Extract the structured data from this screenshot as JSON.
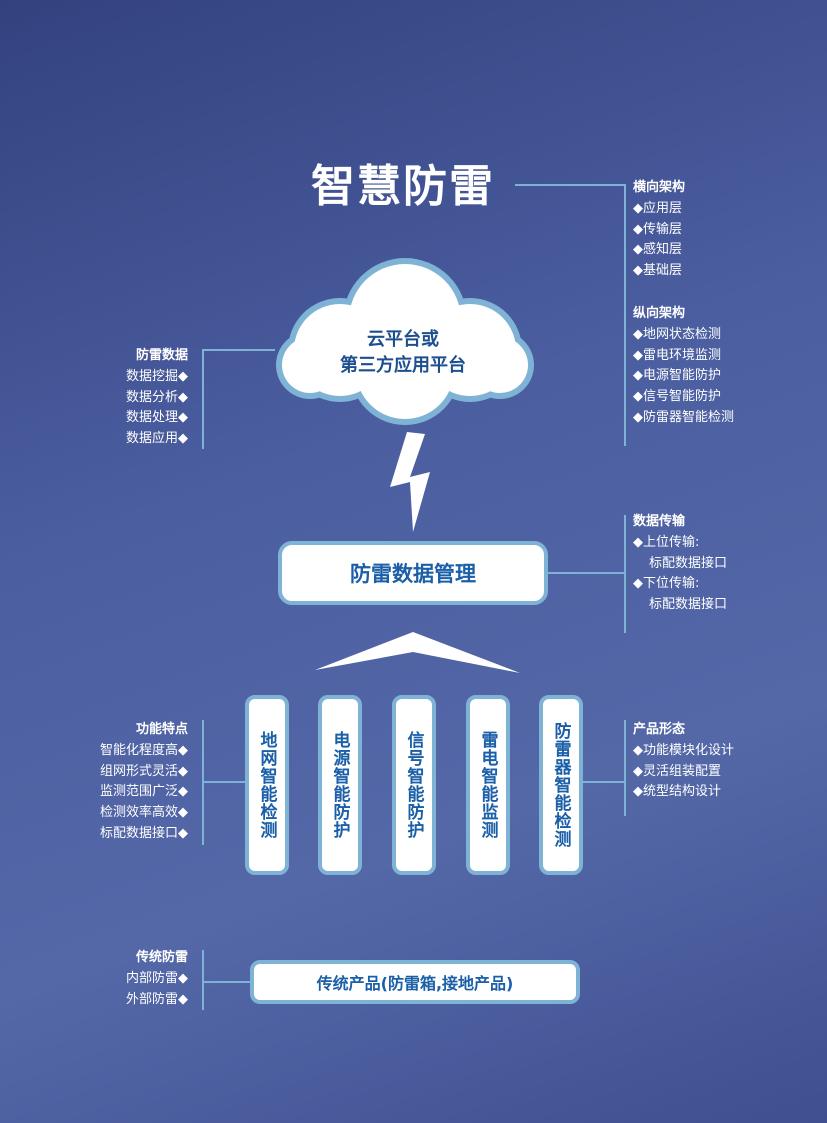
{
  "title": "智慧防雷",
  "cloud": {
    "line1": "云平台或",
    "line2": "第三方应用平台"
  },
  "management": "防雷数据管理",
  "pillars": [
    "地网智能检测",
    "电源智能防护",
    "信号智能防护",
    "雷电智能监测",
    "防雷器智能检测"
  ],
  "traditional_box": "传统产品(防雷箱,接地产品)",
  "horizontal_arch": {
    "title": "横向架构",
    "items": [
      "◆应用层",
      "◆传输层",
      "◆感知层",
      "◆基础层"
    ]
  },
  "vertical_arch": {
    "title": "纵向架构",
    "items": [
      "◆地网状态检测",
      "◆雷电环境监测",
      "◆电源智能防护",
      "◆信号智能防护",
      "◆防雷器智能检测"
    ]
  },
  "lightning_data": {
    "title": "防雷数据",
    "items": [
      "数据挖掘◆",
      "数据分析◆",
      "数据处理◆",
      "数据应用◆"
    ]
  },
  "data_transfer": {
    "title": "数据传输",
    "items": [
      "◆上位传输:",
      "标配数据接口",
      "◆下位传输:",
      "标配数据接口"
    ]
  },
  "features": {
    "title": "功能特点",
    "items": [
      "智能化程度高◆",
      "组网形式灵活◆",
      "监测范围广泛◆",
      "检测效率高效◆",
      "标配数据接口◆"
    ]
  },
  "product_form": {
    "title": "产品形态",
    "items": [
      "◆功能模块化设计",
      "◆灵活组装配置",
      "◆统型结构设计"
    ]
  },
  "traditional": {
    "title": "传统防雷",
    "items": [
      "内部防雷◆",
      "外部防雷◆"
    ]
  }
}
